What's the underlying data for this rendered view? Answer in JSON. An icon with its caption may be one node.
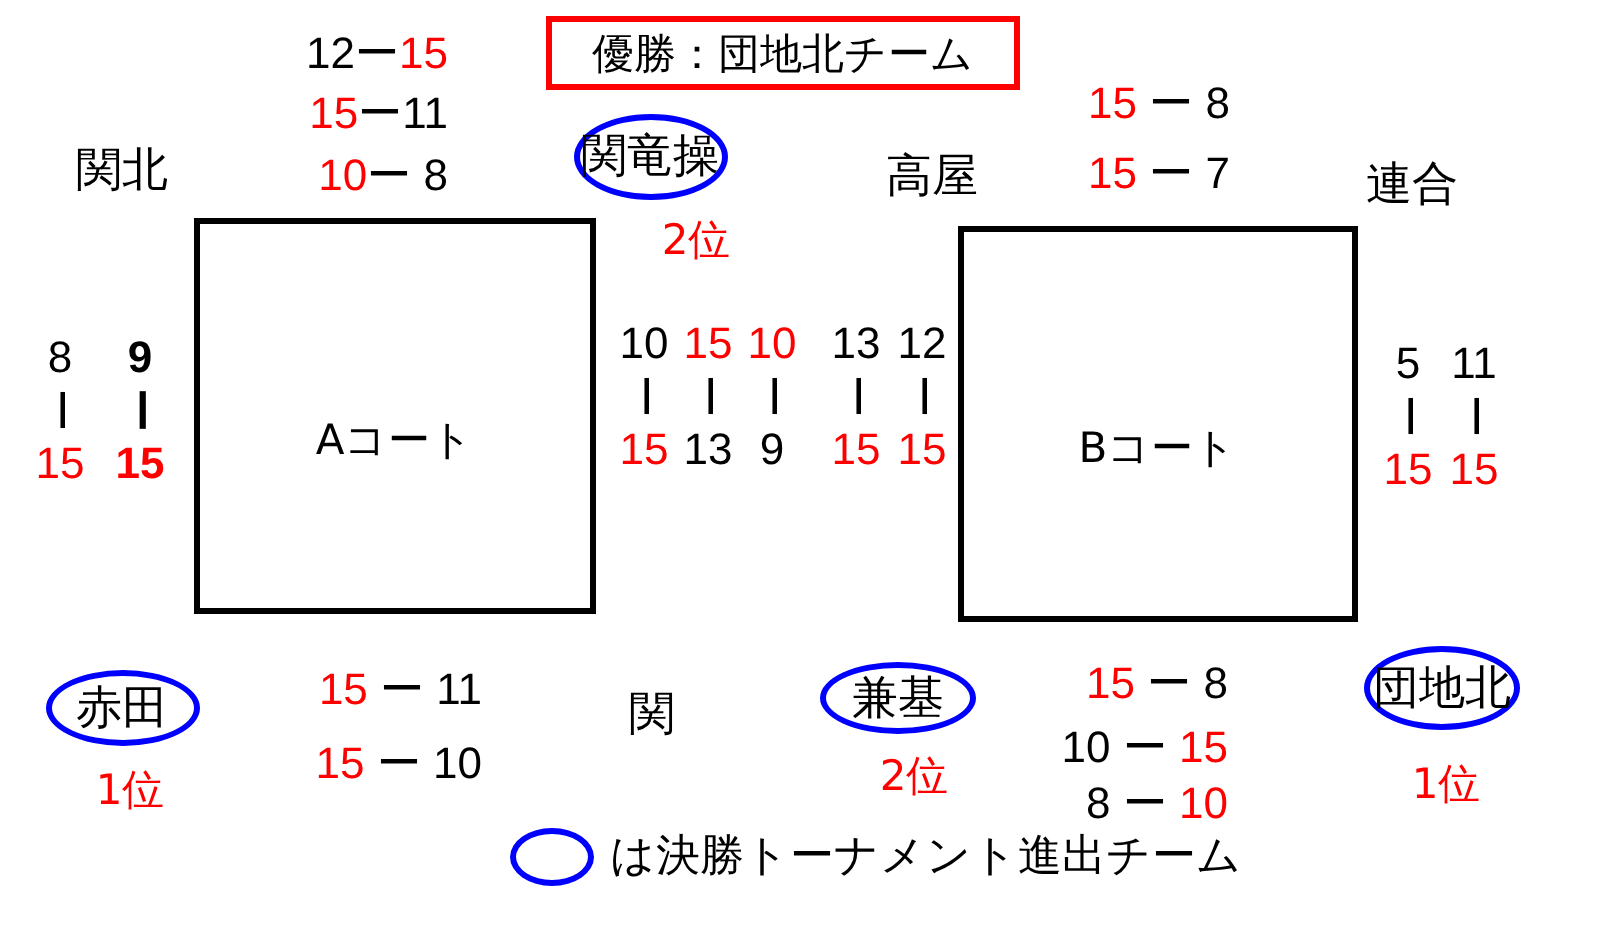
{
  "diagram": {
    "nodes": [
      {
        "text": [
          "優勝：団地北チーム"
        ]
      },
      {
        "text": [
          "関竜操"
        ],
        "beside": [
          "2位"
        ]
      },
      {
        "text": [
          "Aコート"
        ]
      },
      {
        "text": [
          "Bコート"
        ]
      },
      {
        "text": [
          "赤田"
        ],
        "beside": [
          "1位"
        ]
      },
      {
        "text": [
          "兼基"
        ],
        "beside": [
          "2位"
        ]
      },
      {
        "text": [
          "団地北"
        ],
        "beside": [
          "1位"
        ]
      }
    ],
    "labels": [
      "12ー15",
      "15ー11",
      "10ー 8",
      "15 ー 8",
      "関北",
      "高屋",
      "15 ー 7",
      "連合",
      "8ー15",
      "9ー15",
      "10ー15",
      "15ー13",
      "10ー9",
      "13ー15",
      "12ー15",
      "5ー15",
      "11ー15",
      "15 ー 11",
      "関",
      "15 ー 10",
      "15 ー 8",
      "10 ー 15",
      "8 ー 10"
    ],
    "legend": [
      {
        "text": "は決勝トーナメント進出チーム"
      }
    ]
  }
}
